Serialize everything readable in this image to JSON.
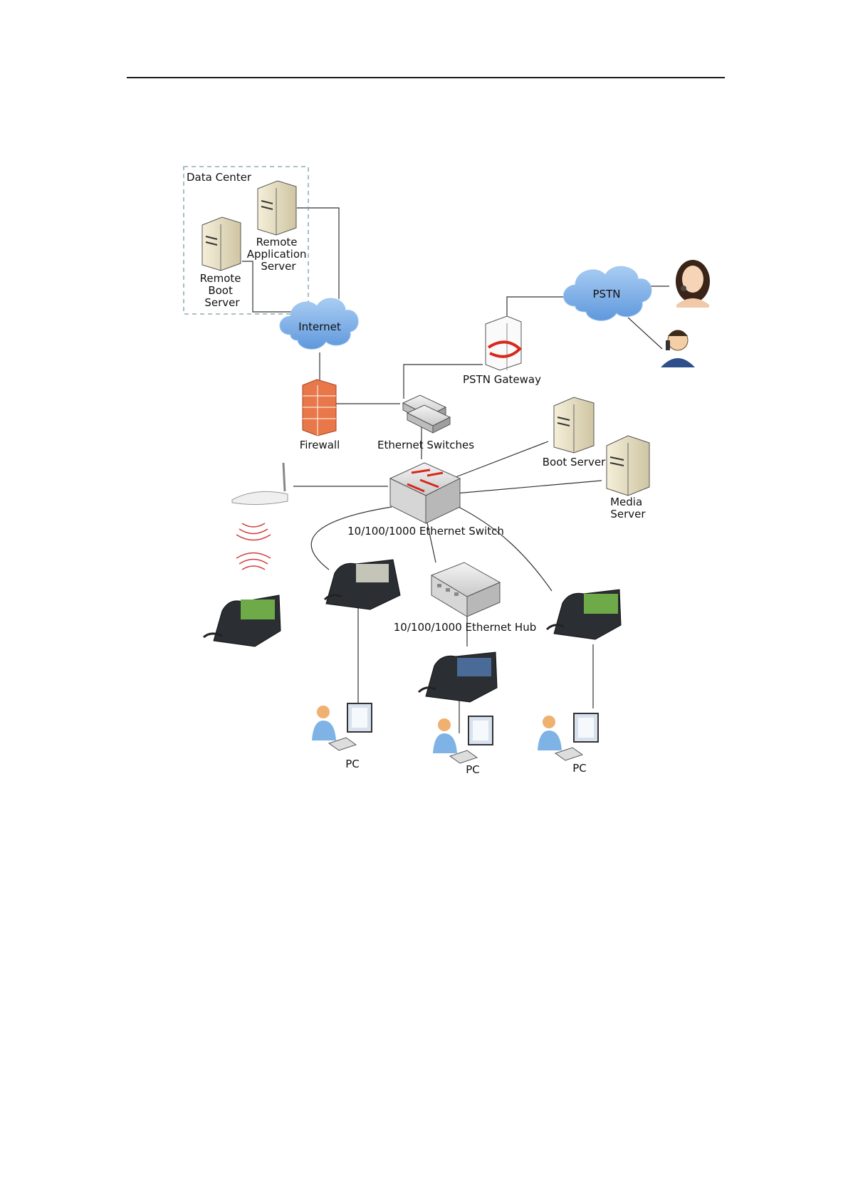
{
  "labels": {
    "data_center": "Data Center",
    "remote_app_server": [
      "Remote",
      "Application",
      "Server"
    ],
    "remote_boot_server": [
      "Remote",
      "Boot",
      "Server"
    ],
    "internet": "Internet",
    "pstn": "PSTN",
    "pstn_gateway": "PSTN Gateway",
    "firewall": "Firewall",
    "ethernet_switches": "Ethernet Switches",
    "boot_server": "Boot Server",
    "media_server": [
      "Media",
      "Server"
    ],
    "ethernet_switch": "10/100/1000 Ethernet Switch",
    "ethernet_hub": "10/100/1000 Ethernet Hub",
    "pc1": "PC",
    "pc2": "PC",
    "pc3": "PC"
  },
  "colors": {
    "cloud": "#7fb1e8",
    "firewall": "#e8784a",
    "server": "#ece4c8",
    "line": "#333333"
  }
}
